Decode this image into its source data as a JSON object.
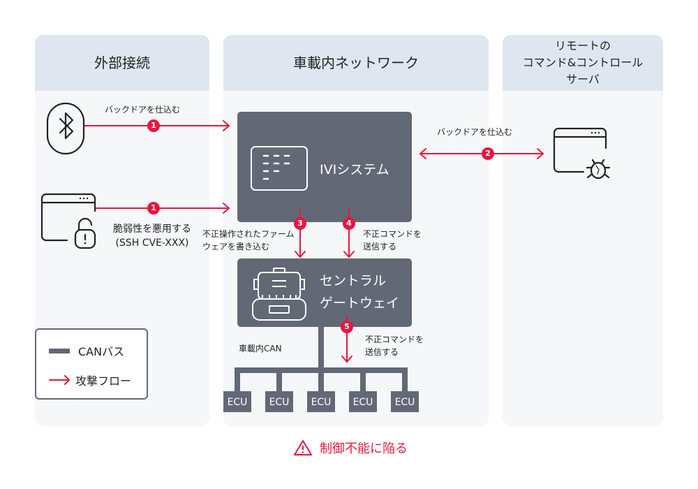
{
  "columns": {
    "external": {
      "title": "外部接続"
    },
    "in_vehicle": {
      "title": "車載内ネットワーク"
    },
    "remote": {
      "title_lines": [
        "リモートの",
        "コマンド&コントロール",
        "サーバ"
      ]
    }
  },
  "nodes": {
    "ivi": {
      "label": "IVIシステム",
      "icon": "display-panel-icon"
    },
    "gateway": {
      "label_lines": [
        "セントラル",
        "ゲートウェイ"
      ],
      "icon": "gateway-router-icon"
    },
    "can_bus_label": "車載内CAN",
    "ecus": [
      "ECU",
      "ECU",
      "ECU",
      "ECU",
      "ECU"
    ]
  },
  "sources": {
    "bluetooth": {
      "icon": "bluetooth-icon"
    },
    "vuln_app": {
      "icon": "unlocked-window-icon"
    },
    "c2_server": {
      "icon": "malware-window-icon"
    }
  },
  "flows": [
    {
      "step": "1",
      "label": "バックドアを仕込む",
      "from": "bluetooth",
      "to": "ivi"
    },
    {
      "step": "1",
      "label_lines": [
        "脆弱性を悪用する",
        "(SSH CVE-XXX)"
      ],
      "from": "vuln_app",
      "to": "ivi"
    },
    {
      "step": "2",
      "label": "バックドアを仕込む",
      "from": "c2_server",
      "to": "ivi",
      "bidirectional": true
    },
    {
      "step": "3",
      "label_lines": [
        "不正操作されたファーム",
        "ウェアを書き込む"
      ],
      "from": "ivi",
      "to": "gateway"
    },
    {
      "step": "4",
      "label_lines": [
        "不正コマンドを",
        "送信する"
      ],
      "from": "ivi",
      "to": "gateway"
    },
    {
      "step": "5",
      "label_lines": [
        "不正コマンドを",
        "送信する"
      ],
      "from": "gateway",
      "to": "can_bus"
    }
  ],
  "legend": {
    "items": [
      {
        "label": "CANバス",
        "symbol": "gray-bar"
      },
      {
        "label": "攻撃フロー",
        "symbol": "red-arrow"
      }
    ]
  },
  "result": {
    "label": "制御不能に陥る",
    "icon": "warning-icon"
  },
  "colors": {
    "attack": "#e4173f",
    "node": "#636876",
    "header": "#dfe6ef",
    "panel": "#f6f7f9"
  }
}
